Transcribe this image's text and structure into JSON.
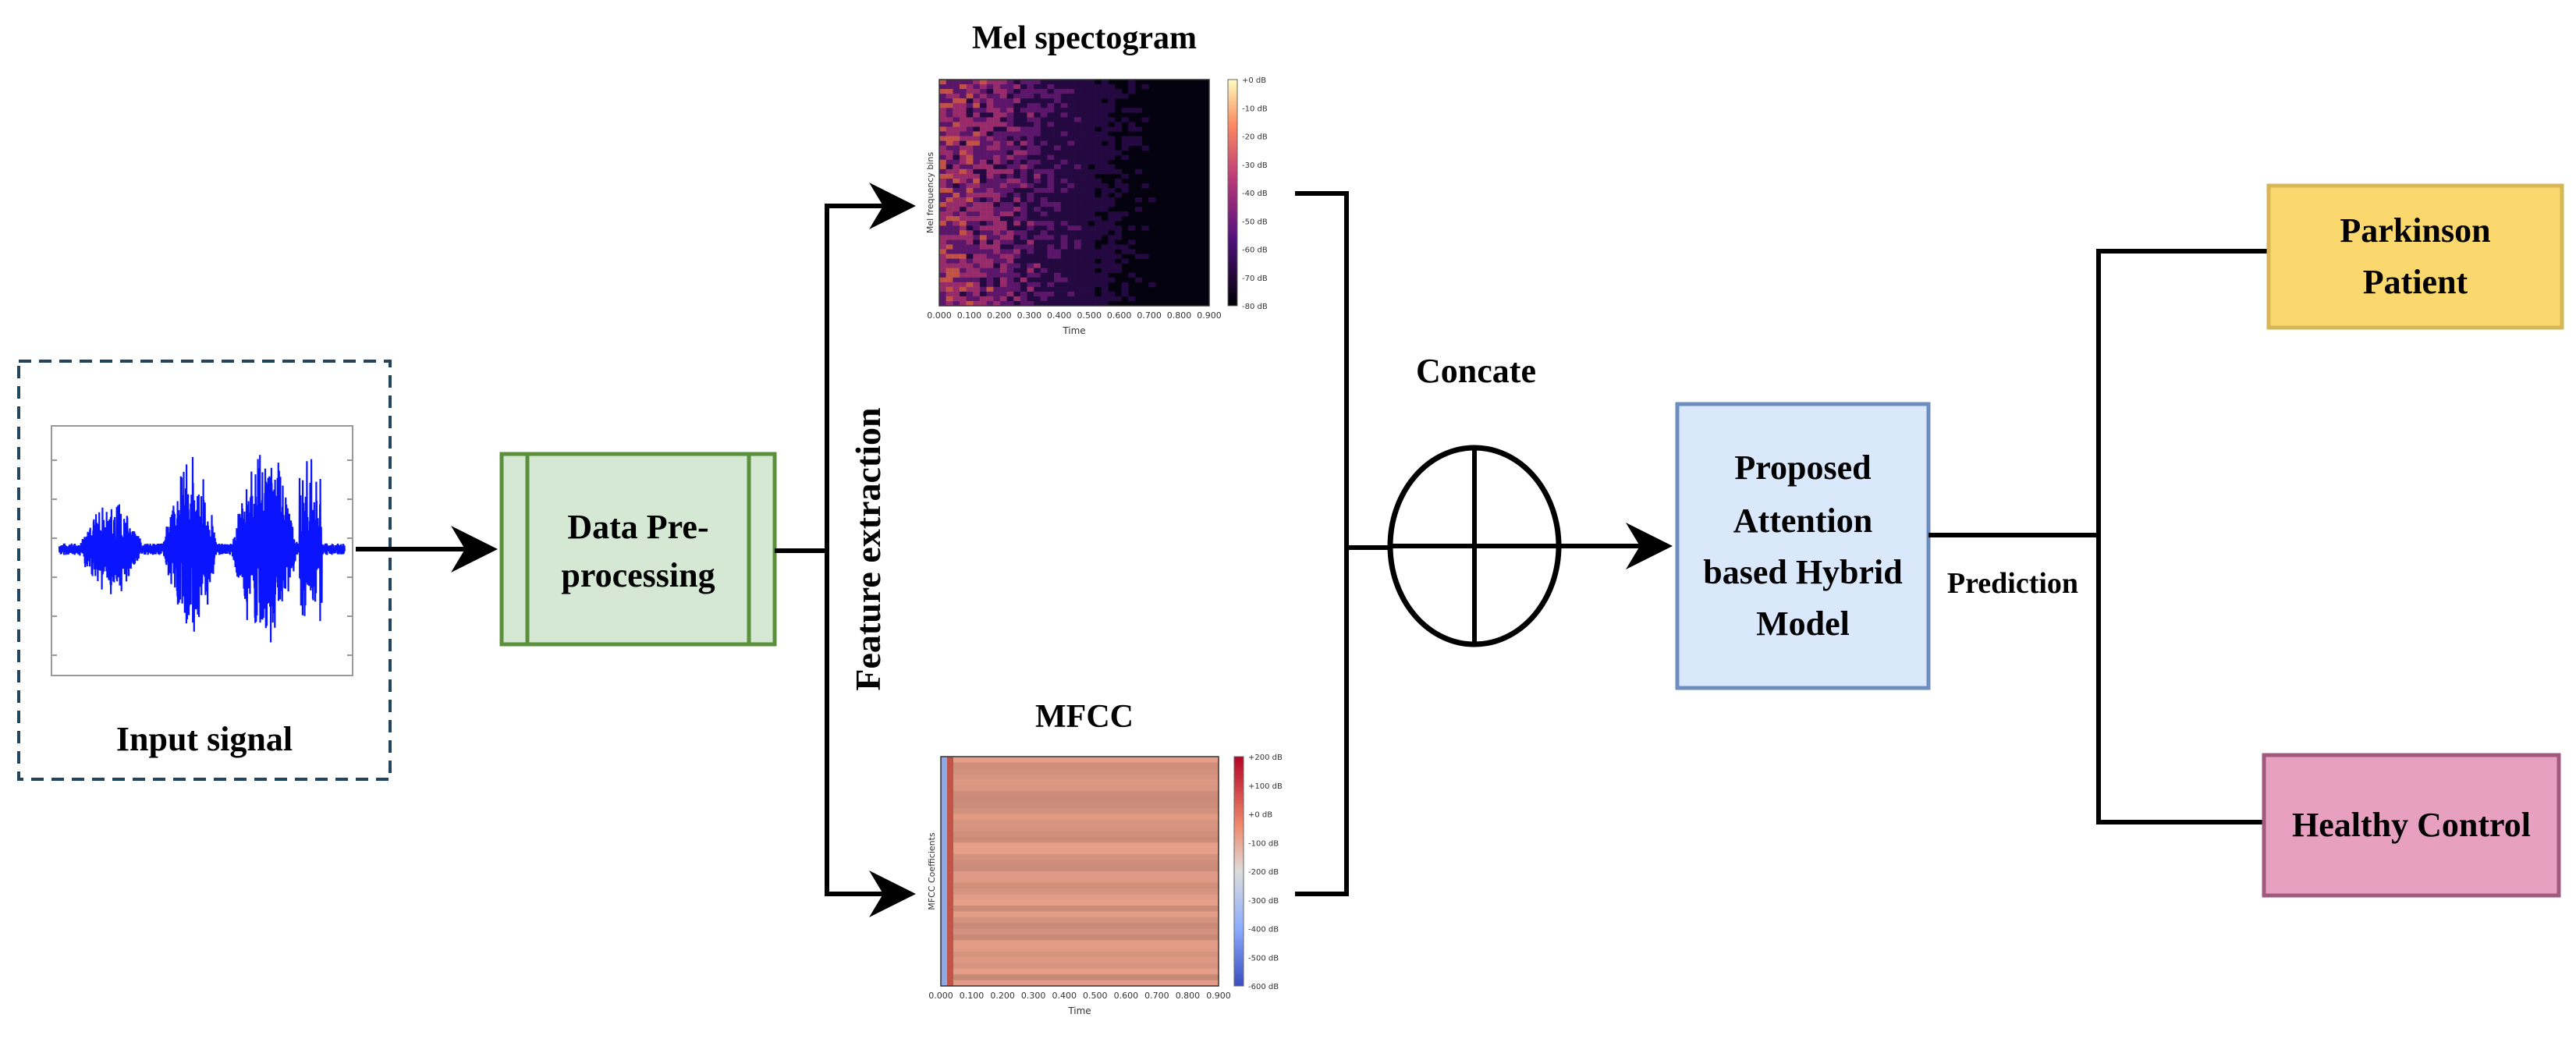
{
  "input": {
    "label": "Input signal"
  },
  "preprocessing": {
    "line1": "Data Pre-",
    "line2": "processing"
  },
  "feature_extraction": {
    "label": "Feature extraction"
  },
  "mel": {
    "title": "Mel spectogram",
    "ylabel": "Mel frequency bins",
    "xlabel": "Time",
    "xticks": [
      "0.000",
      "0.100",
      "0.200",
      "0.300",
      "0.400",
      "0.500",
      "0.600",
      "0.700",
      "0.800",
      "0.900"
    ],
    "colorbar_ticks": [
      "+0 dB",
      "-10 dB",
      "-20 dB",
      "-30 dB",
      "-40 dB",
      "-50 dB",
      "-60 dB",
      "-70 dB",
      "-80 dB"
    ]
  },
  "mfcc": {
    "title": "MFCC",
    "ylabel": "MFCC Coefficients",
    "xlabel": "Time",
    "xticks": [
      "0.000",
      "0.100",
      "0.200",
      "0.300",
      "0.400",
      "0.500",
      "0.600",
      "0.700",
      "0.800",
      "0.900"
    ],
    "colorbar_ticks": [
      "+200 dB",
      "+100 dB",
      "+0 dB",
      "-100 dB",
      "-200 dB",
      "-300 dB",
      "-400 dB",
      "-500 dB",
      "-600 dB"
    ]
  },
  "concat": {
    "label": "Concate"
  },
  "model": {
    "line1": "Proposed",
    "line2": "Attention",
    "line3": "based Hybrid",
    "line4": "Model"
  },
  "prediction": {
    "label": "Prediction"
  },
  "outputs": {
    "parkinson": {
      "line1": "Parkinson",
      "line2": "Patient"
    },
    "healthy": {
      "label": "Healthy Control"
    }
  },
  "colors": {
    "preprocessing_fill": "#d5e8d4",
    "preprocessing_stroke": "#5a8f3c",
    "model_fill": "#dae8fc",
    "model_stroke": "#6c8ebf",
    "parkinson_fill": "#fbd86e",
    "parkinson_stroke": "#d6b656",
    "healthy_fill": "#e7a0c0",
    "healthy_stroke": "#a05a7d",
    "waveform": "#0a14ff",
    "input_border": "#23445d"
  }
}
